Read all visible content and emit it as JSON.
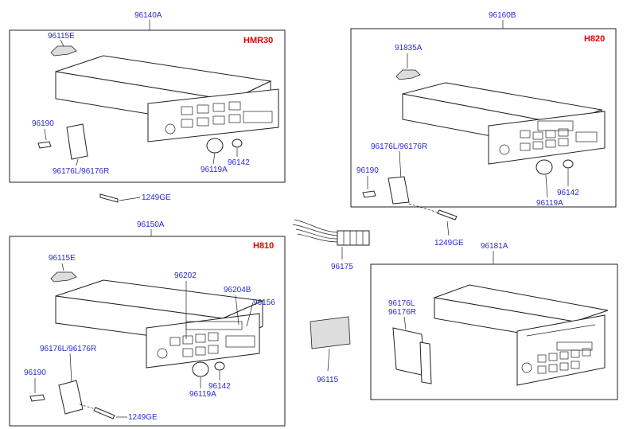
{
  "colors": {
    "label": "#2b2bd0",
    "model": "#e00000",
    "lines": "#222222"
  },
  "labels": {
    "p96140A": "96140A",
    "p96160B": "96160B",
    "p96150A": "96150A",
    "p96181A": "96181A",
    "p96115E_a": "96115E",
    "p96190_a": "96190",
    "p96176_a": "96176L/96176R",
    "p96119A_a": "96119A",
    "p96142_a": "96142",
    "p1249GE_a": "1249GE",
    "p91835A": "91835A",
    "p96176_b": "96176L/96176R",
    "p96190_b": "96190",
    "p96142_b": "96142",
    "p96119A_b": "96119A",
    "p1249GE_b": "1249GE",
    "p96175": "96175",
    "p96115E_c": "96115E",
    "p96202": "96202",
    "p96204B": "96204B",
    "p96156": "96156",
    "p96176_c": "96176L/96176R",
    "p96190_c": "96190",
    "p96142_c": "96142",
    "p96119A_c": "96119A",
    "p1249GE_c": "1249GE",
    "p96115": "96115",
    "p96176L_d": "96176L",
    "p96176R_d": "96176R"
  },
  "models": {
    "a": "HMR30",
    "b": "H820",
    "c": "H810"
  }
}
